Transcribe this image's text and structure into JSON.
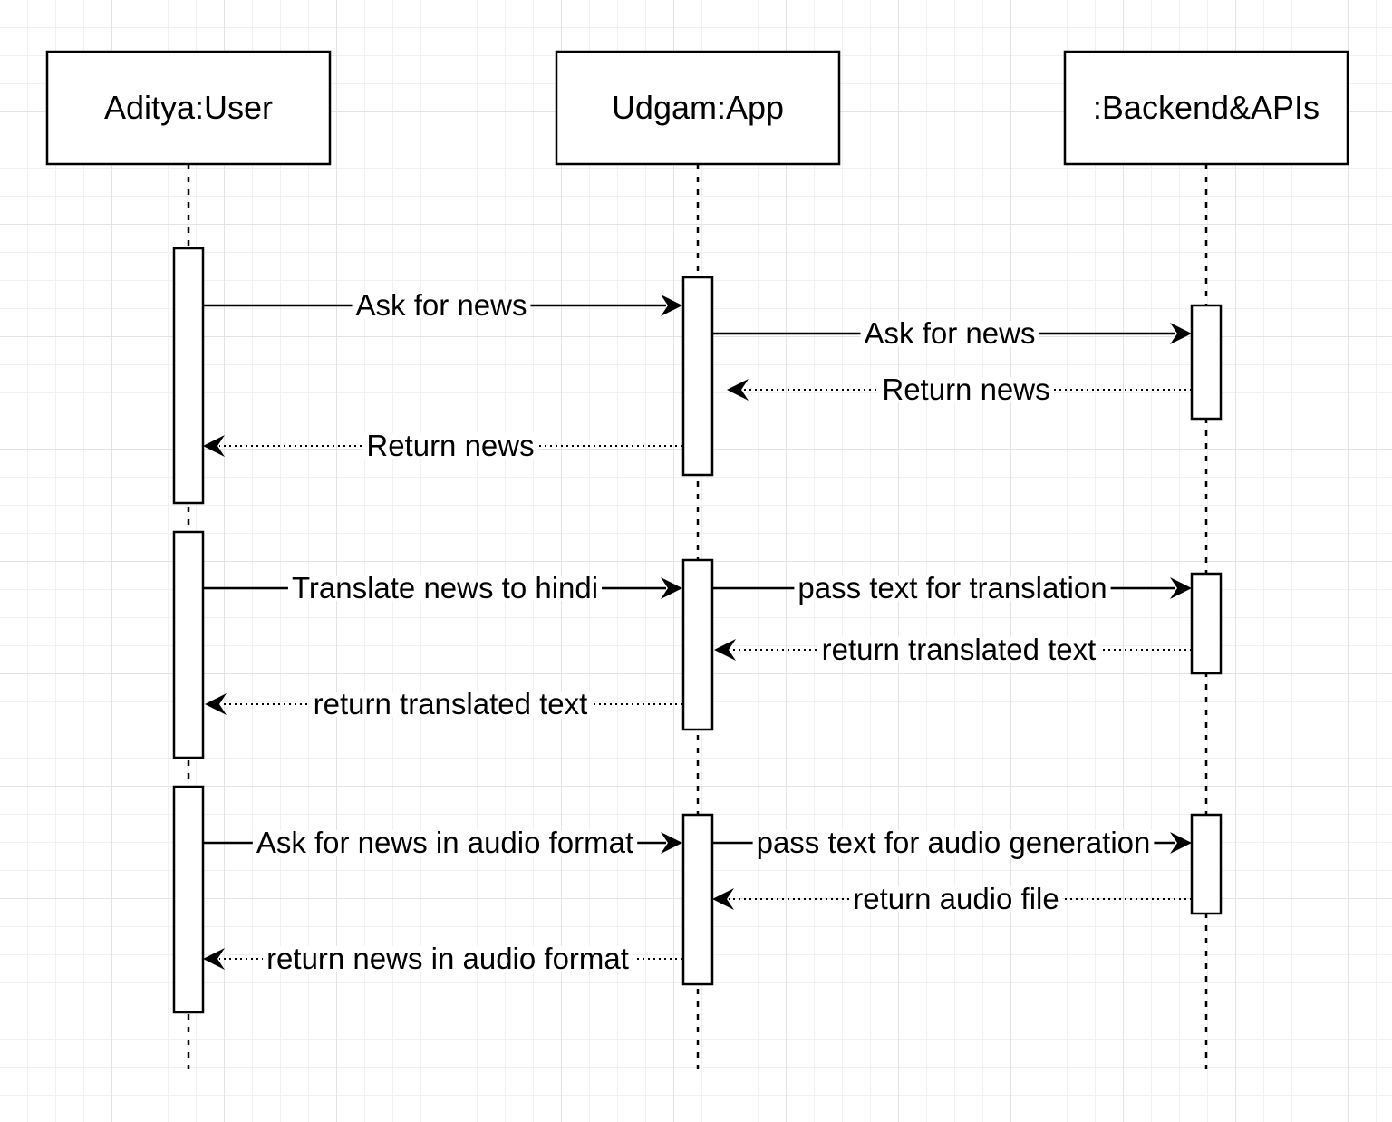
{
  "colors": {
    "background": "#ffffff",
    "grid": "#e3e3e3",
    "stroke": "#000000"
  },
  "participants": [
    {
      "id": "user",
      "label": "Aditya:User"
    },
    {
      "id": "app",
      "label": "Udgam:App"
    },
    {
      "id": "backend",
      "label": ":Backend&APIs"
    }
  ],
  "messages": [
    {
      "from": "user",
      "to": "app",
      "label": "Ask for news",
      "style": "solid"
    },
    {
      "from": "app",
      "to": "backend",
      "label": "Ask for news",
      "style": "solid"
    },
    {
      "from": "backend",
      "to": "app",
      "label": "Return news",
      "style": "dotted"
    },
    {
      "from": "app",
      "to": "user",
      "label": "Return news",
      "style": "dotted"
    },
    {
      "from": "user",
      "to": "app",
      "label": "Translate news to hindi",
      "style": "solid"
    },
    {
      "from": "app",
      "to": "backend",
      "label": "pass text for translation",
      "style": "solid"
    },
    {
      "from": "backend",
      "to": "app",
      "label": "return translated text",
      "style": "dotted"
    },
    {
      "from": "app",
      "to": "user",
      "label": "return translated text",
      "style": "dotted"
    },
    {
      "from": "user",
      "to": "app",
      "label": "Ask for news in audio format",
      "style": "solid"
    },
    {
      "from": "app",
      "to": "backend",
      "label": "pass text for audio generation",
      "style": "solid"
    },
    {
      "from": "backend",
      "to": "app",
      "label": "return audio file",
      "style": "dotted"
    },
    {
      "from": "app",
      "to": "user",
      "label": "return news in audio format",
      "style": "dotted"
    }
  ]
}
